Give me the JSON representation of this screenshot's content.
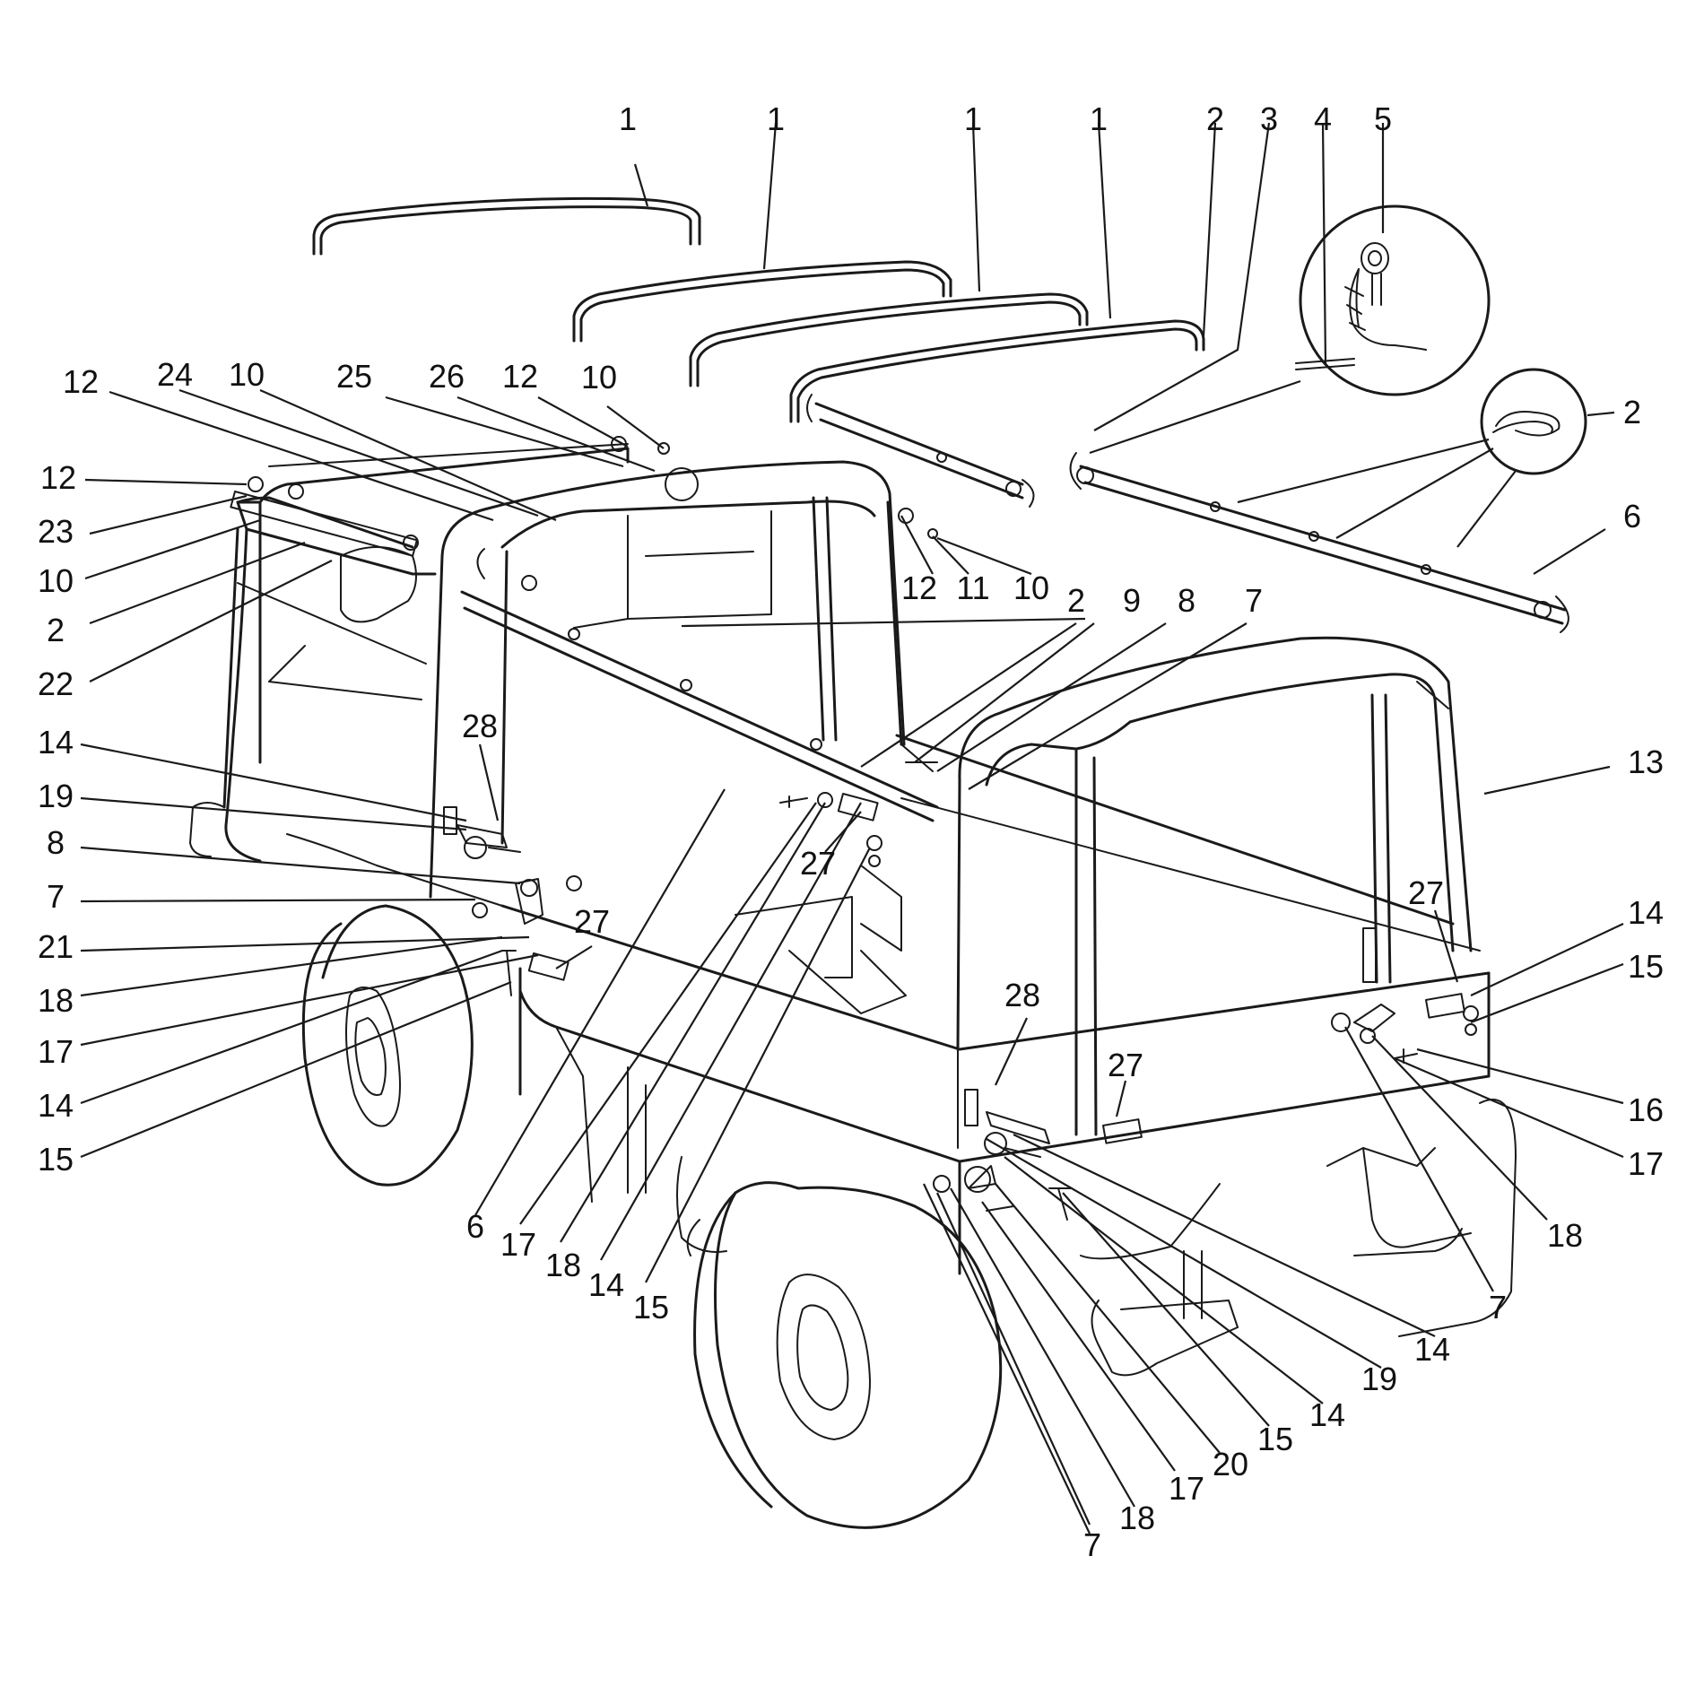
{
  "callouts": [
    "1",
    "2",
    "3",
    "4",
    "5",
    "6",
    "7",
    "8",
    "9",
    "10",
    "11",
    "12",
    "13",
    "14",
    "15",
    "16",
    "17",
    "18",
    "19",
    "20",
    "21",
    "22",
    "23",
    "24",
    "25",
    "26",
    "27",
    "28"
  ],
  "icons": {
    "bows": "roof-bow-icon",
    "frame": "canopy-frame-icon",
    "detail_pin": "pin-chain-detail-icon",
    "detail_clip": "spring-clip-detail-icon",
    "vehicle": "vehicle-body-icon"
  },
  "colors": {
    "ink": "#1a1a1a",
    "background": "#ffffff"
  }
}
